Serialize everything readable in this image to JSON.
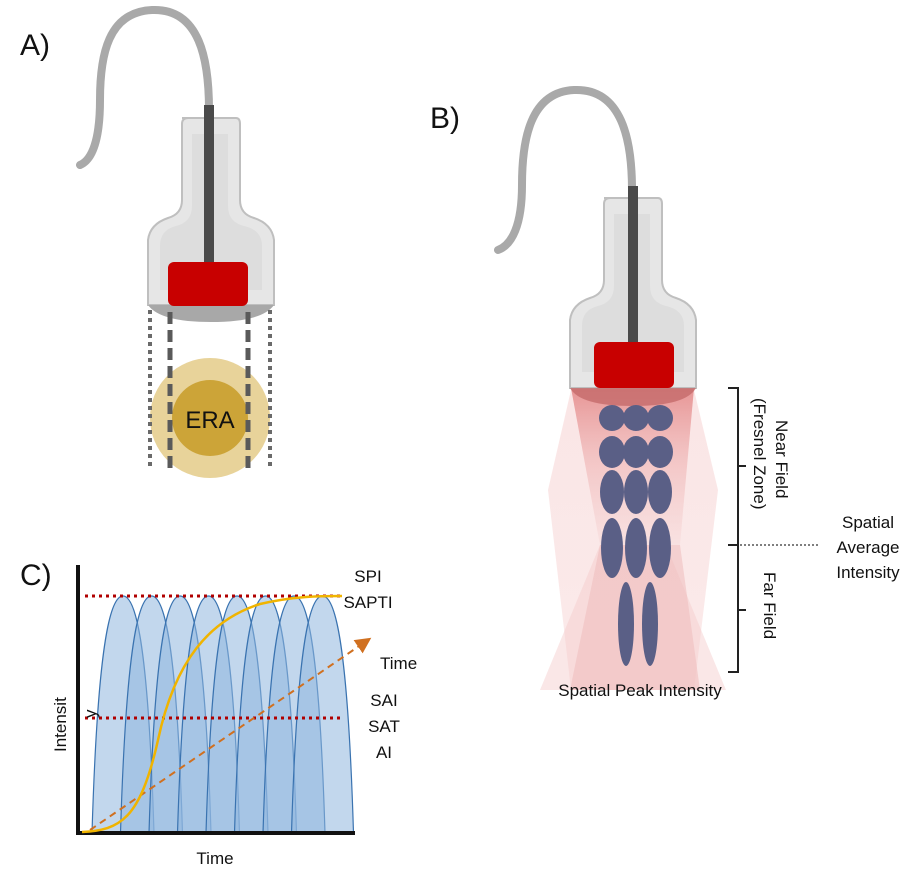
{
  "panels": {
    "a": {
      "label": "A)",
      "era_label": "ERA"
    },
    "b": {
      "label": "B)",
      "near_field_line1": "Near Field",
      "near_field_line2": "(Fresnel Zone)",
      "far_field": "Far Field",
      "spatial_average_line1": "Spatial",
      "spatial_average_line2": "Average",
      "spatial_average_line3": "Intensity",
      "spatial_peak": "Spatial Peak Intensity"
    },
    "c": {
      "label": "C)",
      "spi": "SPI",
      "sapti": "SAPTI",
      "time_arrow": "Time",
      "sai": "SAI",
      "sat": "SAT",
      "ai": "AI",
      "y_axis": "Intensit",
      "y_axis_tail": "y",
      "x_axis": "Time"
    }
  },
  "colors": {
    "transducer_red": "#c80000",
    "era_outer": "#e8d39a",
    "era_inner": "#cca438",
    "pulse_fill": "#8fb6de",
    "pulse_edge": "#3a73b0",
    "threshold_red": "#b00000",
    "average_curve": "#f0b400",
    "time_arrow": "#d07020",
    "beam_pink": "#e89090",
    "spots": "#5a5f86"
  }
}
